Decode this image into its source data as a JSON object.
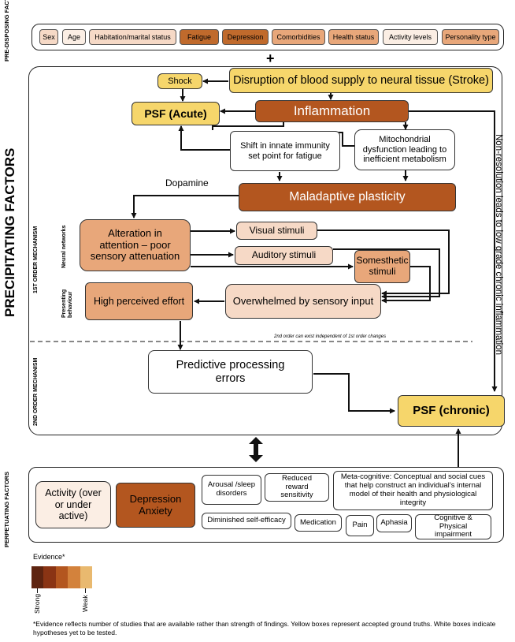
{
  "labels": {
    "predisposing": "PRE-DISPOSING FACTORS",
    "precipitating": "PRECIPITATING FACTORS",
    "first_order": "1ST ORDER MECHANISM",
    "second_order": "2ND ORDER MECHANISM",
    "neural_networks": "Neural networks",
    "presenting_behaviour": "Presenting behaviour",
    "perpetuating": "PERPETUATING FACTORS",
    "plus": "+",
    "dopamine": "Dopamine",
    "non_resolution": "Non-resolution leads to low grade chronic inflammation",
    "independent_note": "2nd order can exist independent of 1st order changes"
  },
  "predisposing_chips": [
    "Sex",
    "Age",
    "Habitation/marital status",
    "Fatigue",
    "Depression",
    "Comorbidities",
    "Health status",
    "Activity levels",
    "Personality type"
  ],
  "nodes": {
    "shock": "Shock",
    "disruption": "Disruption of blood supply to neural tissue (Stroke)",
    "psf_acute": "PSF (Acute)",
    "inflammation": "Inflammation",
    "shift_immunity": "Shift in innate immunity set point for fatigue",
    "mitochondrial": "Mitochondrial dysfunction leading to inefficient metabolism",
    "maladaptive": "Maladaptive plasticity",
    "alteration": "Alteration in attention – poor sensory attenuation",
    "visual": "Visual stimuli",
    "auditory": "Auditory stimuli",
    "somesthetic": "Somesthetic stimuli",
    "high_effort": "High perceived effort",
    "overwhelmed": "Overwhelmed by sensory input",
    "predictive": "Predictive processing errors",
    "psf_chronic": "PSF (chronic)"
  },
  "perpetuating": {
    "activity": "Activity (over or under active)",
    "depression": "Depression",
    "anxiety": "Anxiety",
    "arousal": "Arousal /sleep disorders",
    "reward": "Reduced reward sensitivity",
    "metacognitive": "Meta-cognitive: Conceptual and social cues that help construct an individual’s internal model of their health and physiological integrity",
    "self_efficacy": "Diminished self-efficacy",
    "medication": "Medication",
    "pain": "Pain",
    "aphasia": "Aphasia",
    "cognitive": "Cognitive & Physical impairment"
  },
  "legend": {
    "title": "Evidence*",
    "strong": "Strong",
    "weak": "Weak",
    "colors": [
      "#5e2410",
      "#8a3414",
      "#b3561f",
      "#d3823c",
      "#e9b96f"
    ]
  },
  "footnote": "*Evidence reflects number of studies that are available rather than strength of findings. Yellow boxes represent accepted ground truths. White boxes indicate hypotheses yet to be tested.",
  "colors": {
    "yellow": "#f6d66b",
    "dark": "#b3561f",
    "medium": "#e8a77a",
    "light": "#f6d9c6",
    "very_light": "#fbeee4"
  }
}
